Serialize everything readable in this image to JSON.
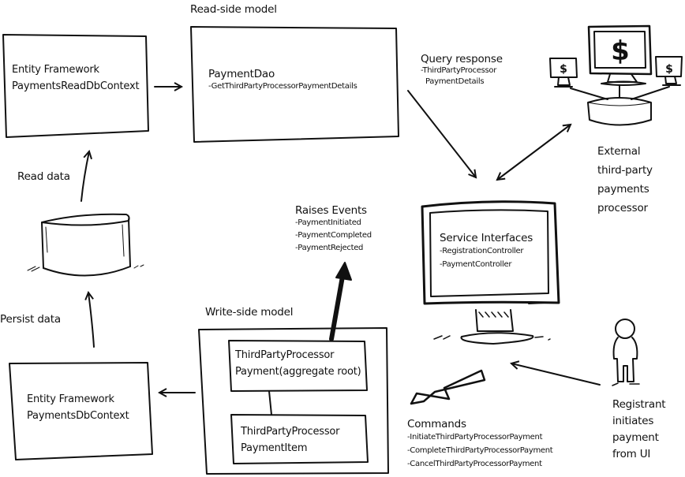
{
  "diagram": {
    "read_side": {
      "title": "Read-side model",
      "ef_box": {
        "line1": "Entity Framework",
        "line2": "PaymentsReadDbContext"
      },
      "dao_box": {
        "title": "PaymentDao",
        "method": "-GetThirdPartyProcessorPaymentDetails"
      }
    },
    "query_response": {
      "title": "Query response",
      "lines": [
        "-ThirdPartyProcessor",
        "PaymentDetails"
      ]
    },
    "external_processor": {
      "icon": "payment-servers-icon",
      "lines": [
        "External",
        "third-party",
        "payments",
        "processor"
      ]
    },
    "database": {
      "icon": "database-icon"
    },
    "read_data_label": "Read data",
    "persist_data_label": "Persist data",
    "events": {
      "title": "Raises Events",
      "items": [
        "-PaymentInitiated",
        "-PaymentCompleted",
        "-PaymentRejected"
      ]
    },
    "service_interfaces": {
      "title": "Service Interfaces",
      "items": [
        "-RegistrationController",
        "-PaymentController"
      ]
    },
    "write_side": {
      "title": "Write-side model",
      "aggregate_box": {
        "line1": "ThirdPartyProcessor",
        "line2": "Payment(aggregate root)"
      },
      "item_box": {
        "line1": "ThirdPartyProcessor",
        "line2": "PaymentItem"
      },
      "ef_box": {
        "line1": "Entity Framework",
        "line2": "PaymentsDbContext"
      }
    },
    "commands": {
      "title": "Commands",
      "items": [
        "-InitiateThirdPartyProcessorPayment",
        "-CompleteThirdPartyProcessorPayment",
        "-CancelThirdPartyProcessorPayment"
      ]
    },
    "registrant": {
      "icon": "person-icon",
      "lines": [
        "Registrant",
        "initiates",
        "payment",
        "from UI"
      ]
    }
  }
}
